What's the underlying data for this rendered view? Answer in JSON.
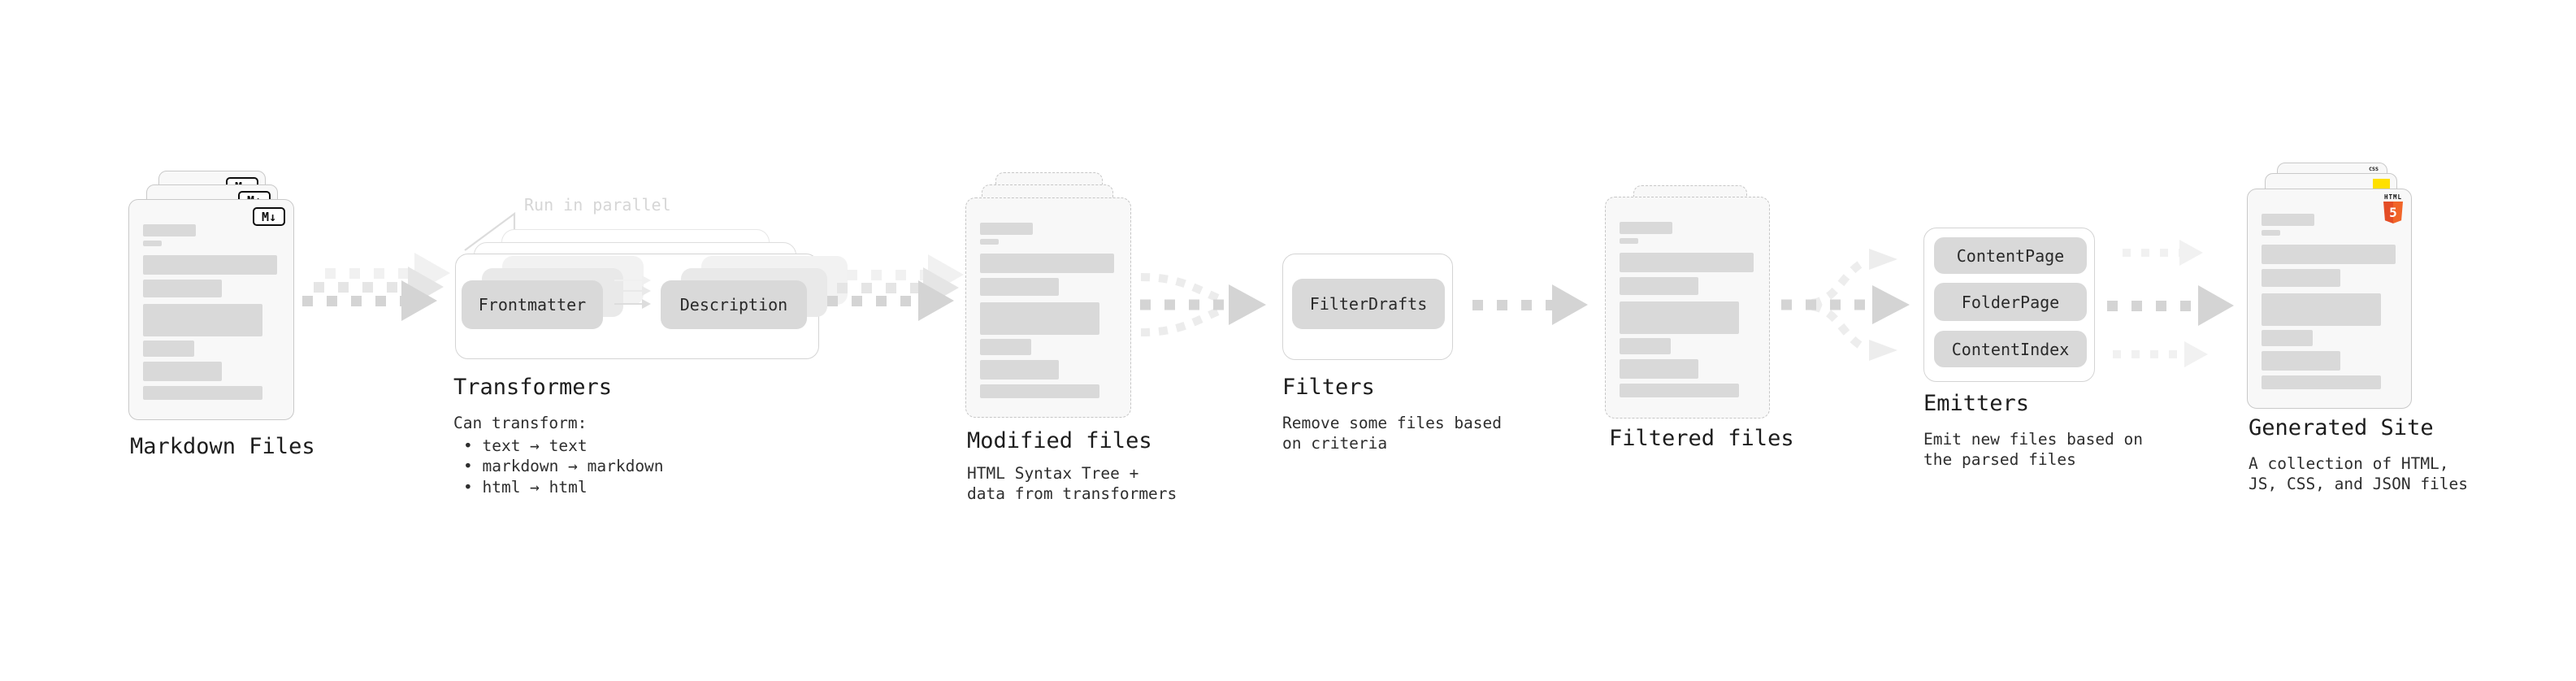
{
  "stages": {
    "markdown": {
      "label": "Markdown Files",
      "badge": "M↓"
    },
    "transformers": {
      "label": "Transformers",
      "note": "Run in parallel",
      "pill_left": "Frontmatter",
      "pill_right": "Description",
      "desc_title": "Can transform:",
      "bullets": [
        "• text → text",
        "• markdown → markdown",
        "• html → html"
      ]
    },
    "modified": {
      "label": "Modified files",
      "desc_line1": "HTML Syntax Tree +",
      "desc_line2": "data from transformers"
    },
    "filters": {
      "label": "Filters",
      "pill": "FilterDrafts",
      "desc_line1": "Remove some files based",
      "desc_line2": "on criteria"
    },
    "filtered": {
      "label": "Filtered files"
    },
    "emitters": {
      "label": "Emitters",
      "pills": [
        "ContentPage",
        "FolderPage",
        "ContentIndex"
      ],
      "desc_line1": "Emit new files based on",
      "desc_line2": "the parsed files"
    },
    "site": {
      "label": "Generated Site",
      "desc_line1": "A collection of HTML,",
      "desc_line2": "JS, CSS, and JSON files",
      "badge_css": "CSS",
      "badge_html_word": "HTML",
      "badge_html_number": "5"
    }
  },
  "colors": {
    "arrow_dark": "#d4d4d4",
    "arrow_mid": "#e5e5e5",
    "arrow_light": "#f1f1f1",
    "bar_fill": "#d9d9d9",
    "html5_orange": "#e44d26",
    "js_yellow": "#ffe000",
    "css_blue": "#2b6bde"
  }
}
